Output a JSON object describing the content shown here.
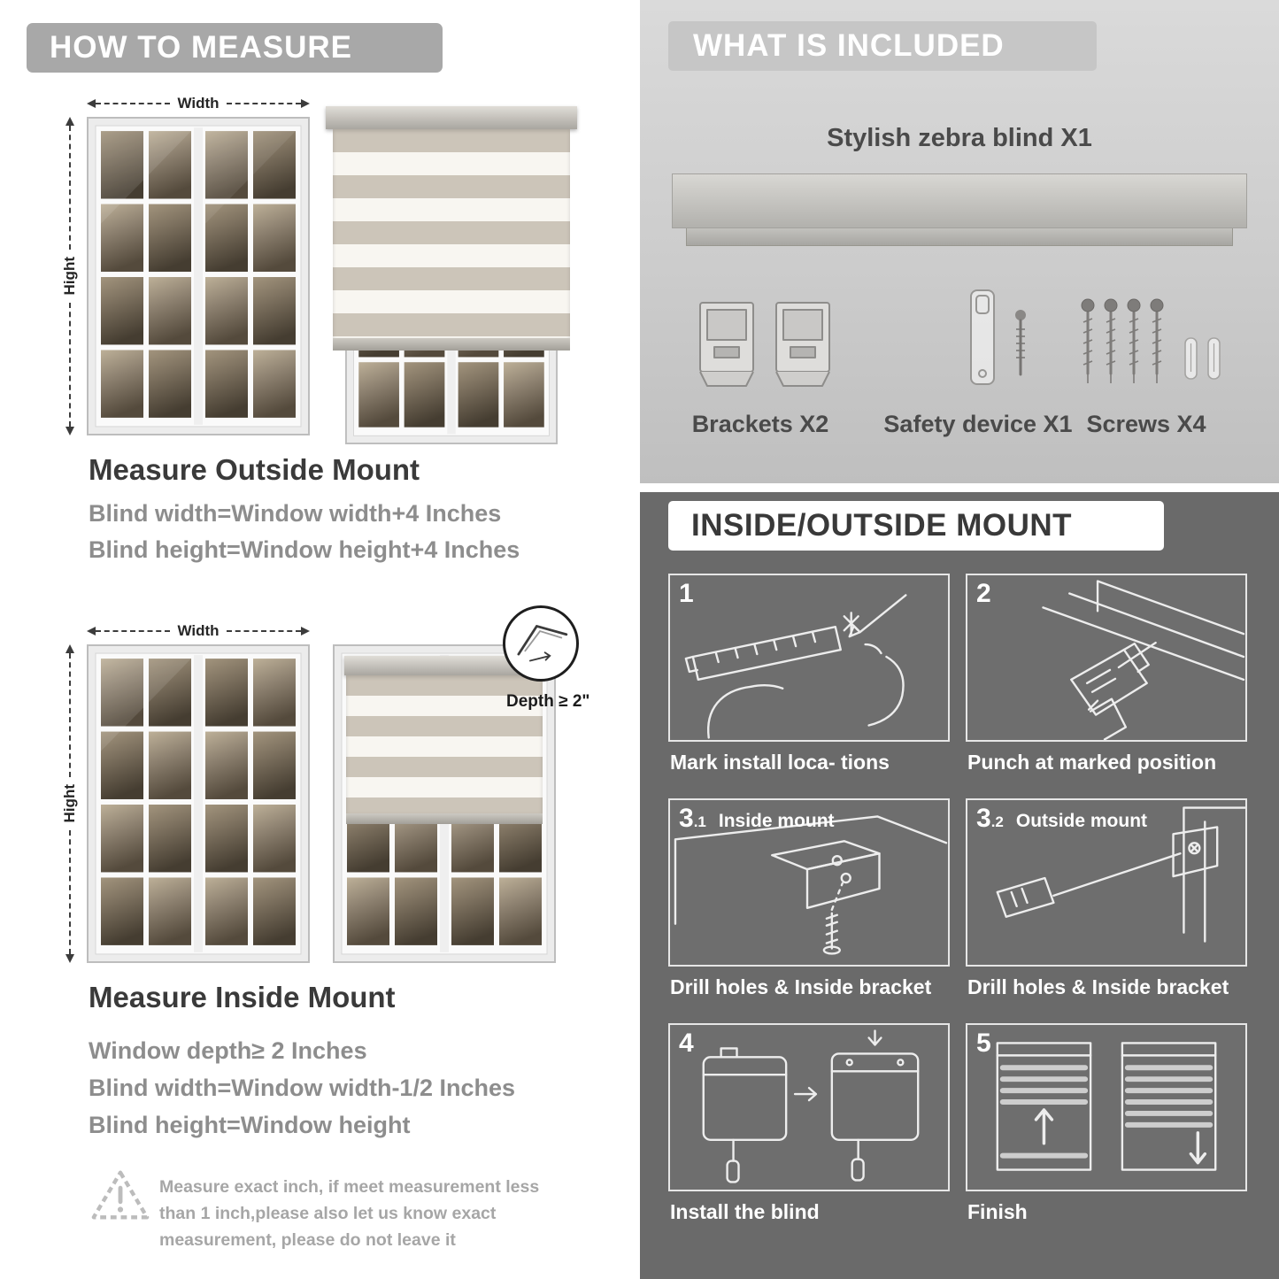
{
  "colors": {
    "banner_gray": "#a8a8a8",
    "light_section_gray": "#cccccc",
    "dark_section_gray": "#6a6a6a",
    "heading_text": "#3a3a3a",
    "body_text": "#8d8d8d"
  },
  "left": {
    "header": "HOW TO MEASURE",
    "outside": {
      "width_label": "Width",
      "height_label": "Hight",
      "heading": "Measure Outside Mount",
      "line1": "Blind width=Window width+4 Inches",
      "line2": "Blind height=Window height+4 Inches"
    },
    "inside": {
      "width_label": "Width",
      "height_label": "Hight",
      "depth_callout": "Depth ≥ 2\"",
      "heading": "Measure Inside Mount",
      "line1": "Window depth≥ 2 Inches",
      "line2": "Blind width=Window width-1/2 Inches",
      "line3": "Blind height=Window height"
    },
    "warning_text": "Measure exact inch, if meet measurement less than 1 inch,please also let us know exact measurement, please do not leave it"
  },
  "right": {
    "included": {
      "header": "WHAT IS INCLUDED",
      "product_label": "Stylish zebra blind X1",
      "parts": [
        {
          "label": "Brackets X2"
        },
        {
          "label": "Safety device X1"
        },
        {
          "label": "Screws X4"
        }
      ]
    },
    "mount": {
      "header": "INSIDE/OUTSIDE MOUNT",
      "steps": [
        {
          "num": "1",
          "sub": "",
          "title": "",
          "caption": "Mark install loca- tions"
        },
        {
          "num": "2",
          "sub": "",
          "title": "",
          "caption": "Punch at  marked position"
        },
        {
          "num": "3",
          "sub": ".1",
          "title": "Inside mount",
          "caption": "Drill holes &  Inside bracket"
        },
        {
          "num": "3",
          "sub": ".2",
          "title": "Outside mount",
          "caption": "Drill holes &  Inside bracket"
        },
        {
          "num": "4",
          "sub": "",
          "title": "",
          "caption": "Install the blind"
        },
        {
          "num": "5",
          "sub": "",
          "title": "",
          "caption": "Finish"
        }
      ]
    }
  }
}
